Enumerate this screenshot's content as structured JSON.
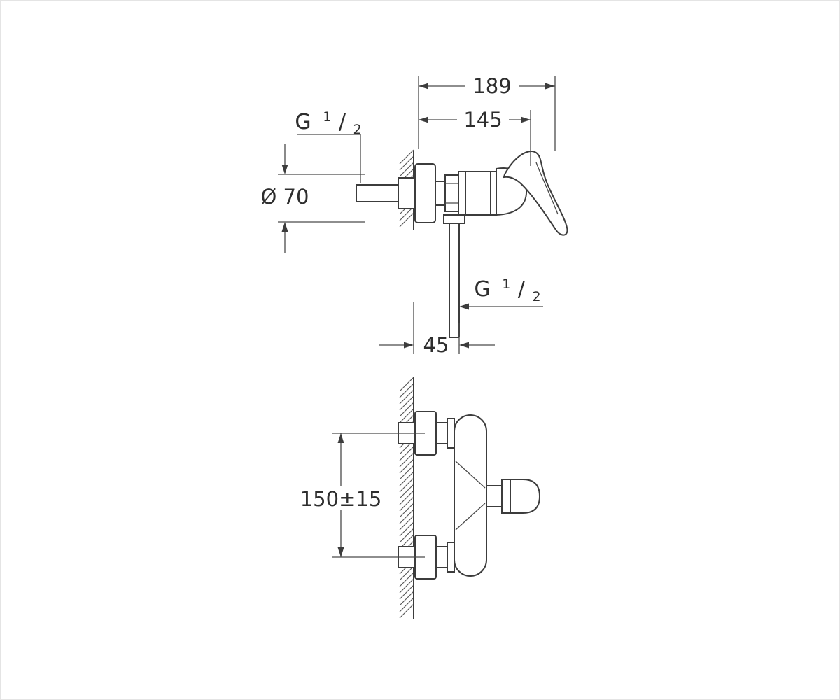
{
  "diagram": {
    "type": "technical-dimension-drawing",
    "subject": "wall-mounted single-lever shower mixer, side view and front view with installation dimensions",
    "side_view": {
      "dims": {
        "total_depth": "189",
        "handle_depth": "145",
        "rosette_diameter": "Ø 70",
        "outlet_offset": "45"
      },
      "threads": {
        "inlet": {
          "prefix": "G",
          "numerator": "1",
          "slash": "/",
          "denominator": "2"
        },
        "outlet": {
          "prefix": "G",
          "numerator": "1",
          "slash": "/",
          "denominator": "2"
        }
      }
    },
    "front_view": {
      "dims": {
        "inlet_spacing": "150±15"
      }
    }
  }
}
